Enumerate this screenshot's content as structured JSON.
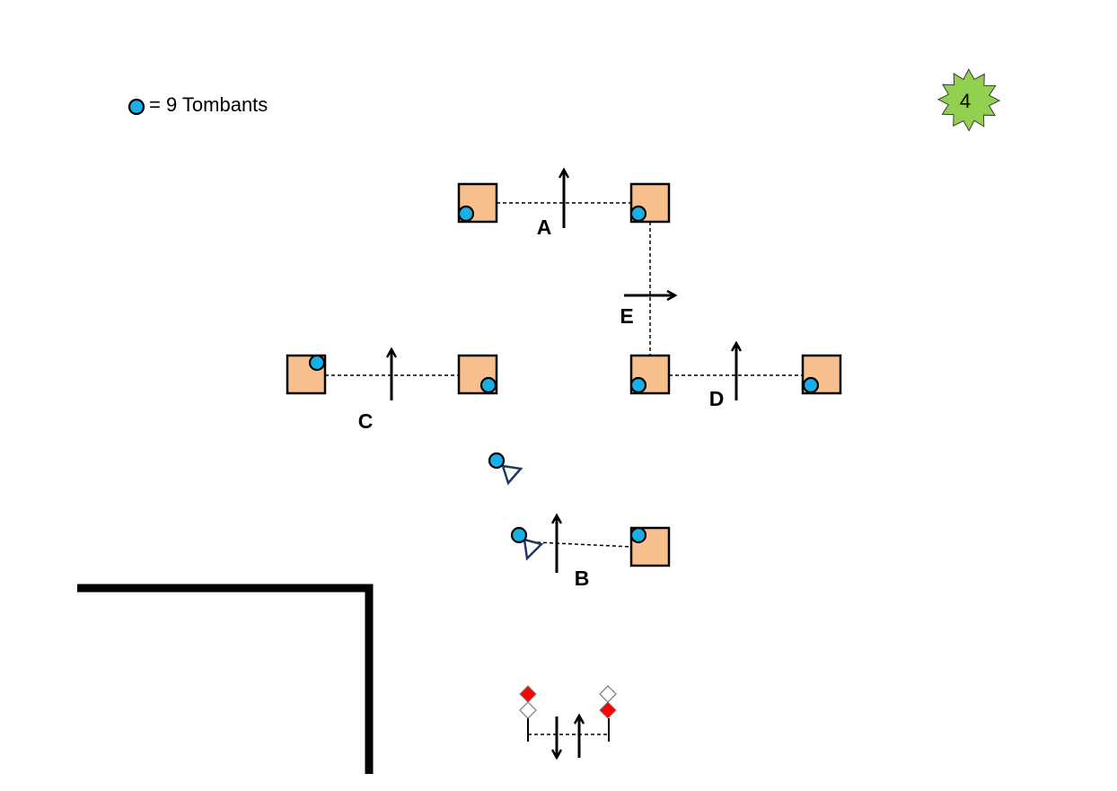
{
  "legend": {
    "symbol": "blue-dot",
    "text": "=  9 Tombants"
  },
  "badge": {
    "text": "4",
    "color": "#92d050"
  },
  "labels": {
    "a": "A",
    "b": "B",
    "c": "C",
    "d": "D",
    "e": "E"
  },
  "colors": {
    "box_fill": "#f9c08f",
    "dot_fill": "#1aaee6",
    "cone_stroke": "#1f3a5f",
    "marker_red": "#ff0000"
  },
  "icons": [
    "square-box",
    "blue-dot",
    "arrow-icon",
    "cone-icon",
    "red-diamond-marker",
    "white-diamond-marker",
    "starburst-badge"
  ]
}
